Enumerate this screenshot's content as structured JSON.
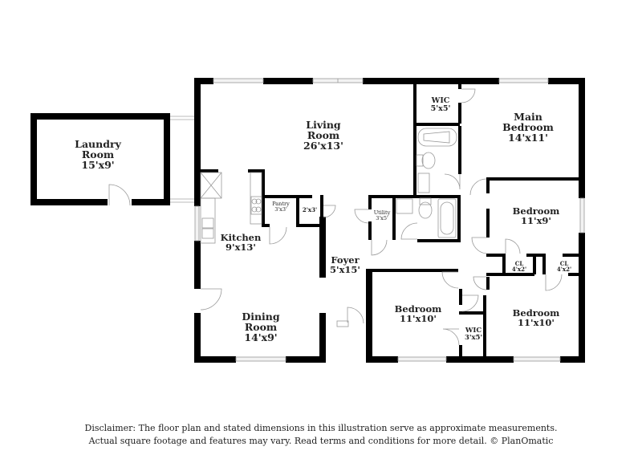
{
  "rooms": {
    "laundry": {
      "name_1": "Laundry",
      "name_2": "Room",
      "dims": "15'x9'"
    },
    "living": {
      "name_1": "Living",
      "name_2": "Room",
      "dims": "26'x13'"
    },
    "wic_main": {
      "name": "WIC",
      "dims": "5'x5'"
    },
    "main_bedroom": {
      "name_1": "Main",
      "name_2": "Bedroom",
      "dims": "14'x11'"
    },
    "pantry": {
      "name": "Pantry",
      "dims": "3'x3'"
    },
    "closet_2x3": {
      "dims": "2'x3'"
    },
    "utility": {
      "name": "Utility",
      "dims": "3'x5'"
    },
    "kitchen": {
      "name": "Kitchen",
      "dims": "9'x13'"
    },
    "bedroom_ne": {
      "name": "Bedroom",
      "dims": "11'x9'"
    },
    "cl_1": {
      "name": "CL",
      "dims": "4'x2'"
    },
    "cl_2": {
      "name": "CL",
      "dims": "4'x2'"
    },
    "foyer": {
      "name": "Foyer",
      "dims": "5'x15'"
    },
    "bedroom_s": {
      "name": "Bedroom",
      "dims": "11'x10'"
    },
    "bedroom_se": {
      "name": "Bedroom",
      "dims": "11'x10'"
    },
    "wic_s": {
      "name": "WIC",
      "dims": "3'x5'"
    },
    "dining": {
      "name_1": "Dining",
      "name_2": "Room",
      "dims": "14'x9'"
    }
  },
  "colors": {
    "wall": "#000000",
    "fixture": "#9a9a9a",
    "window": "#d8d8d8",
    "background": "#ffffff"
  },
  "disclaimer": {
    "line_1": "Disclaimer: The floor plan and stated dimensions in this illustration serve as approximate measurements.",
    "line_2": "Actual square footage and features may vary. Read terms and conditions for more detail. © PlanOmatic"
  }
}
